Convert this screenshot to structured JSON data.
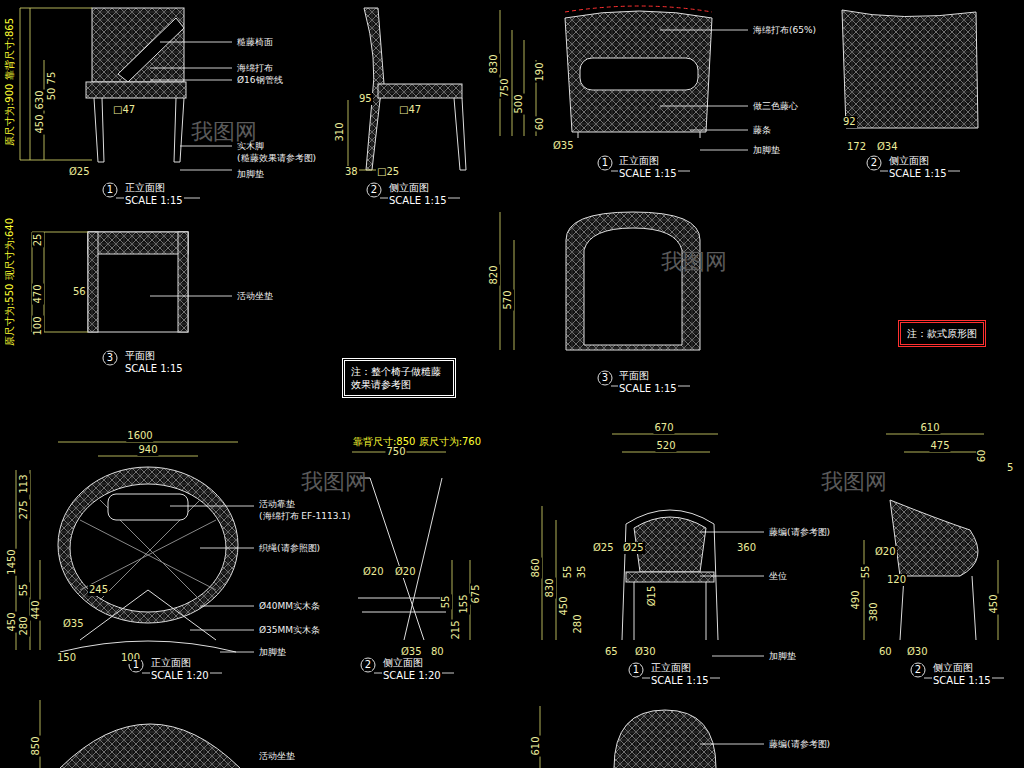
{
  "diagram": {
    "nodes": [
      {
        "text": [
          "注：整个椅子做糙藤 效果请参考图"
        ]
      },
      {
        "text": [
          "注：款式原形图"
        ]
      }
    ],
    "labels": [
      "糙藤椅面",
      "海绵打布",
      "Ø16钢管线",
      "实木脚",
      "(糙藤效果请参考图)",
      "加脚垫",
      "原尺寸为:900 靠背尺寸:865",
      "630",
      "450",
      "50 75",
      "□47",
      "Ø25",
      "1",
      "正立面图",
      "SCALE 1:15",
      "95",
      "□47",
      "310",
      "38",
      "□25",
      "2",
      "侧立面图",
      "SCALE 1:15",
      "原尺寸为:550 现尺寸为:640",
      "25",
      "470",
      "100",
      "56",
      "活动坐垫",
      "3",
      "平面图",
      "SCALE 1:15",
      "830",
      "750",
      "500",
      "190",
      "60",
      "Ø35",
      "海绵打布(65%)",
      "做三色藤心",
      "藤条",
      "加脚垫",
      "1",
      "正立面图",
      "SCALE 1:15",
      "92",
      "172",
      "Ø34",
      "2",
      "侧立面图",
      "SCALE 1:15",
      "820",
      "570",
      "3",
      "平面图",
      "SCALE 1:15",
      "1600",
      "940",
      "275",
      "113",
      "1450",
      "活动靠垫",
      "(海绵打布 EF-1113.1)",
      "织绳(请参照图)",
      "Ø40MM实木条",
      "Ø35MM实木条",
      "加脚垫",
      "245",
      "55",
      "450",
      "280",
      "440",
      "Ø35",
      "150",
      "100",
      "1",
      "正立面图",
      "SCALE 1:20",
      "靠背尺寸:850 原尺寸为:760",
      "750",
      "Ø20",
      "Ø20",
      "215",
      "675",
      "55",
      "155",
      "Ø35",
      "80",
      "2",
      "侧立面图",
      "SCALE 1:20",
      "850",
      "活动坐垫",
      "670",
      "520",
      "860",
      "830",
      "Ø25",
      "Ø25",
      "360",
      "55",
      "35",
      "450",
      "280",
      "Ø15",
      "65",
      "Ø30",
      "藤编(请参考图)",
      "坐位",
      "加脚垫",
      "1",
      "正立面图",
      "SCALE 1:15",
      "610",
      "475",
      "60",
      "5",
      "Ø20",
      "55",
      "120",
      "490",
      "380",
      "450",
      "60",
      "Ø30",
      "2",
      "侧立面图",
      "SCALE 1:15",
      "610",
      "藤编(请参考图)",
      "我图网",
      "我图网",
      "我图网",
      "我图网"
    ]
  }
}
